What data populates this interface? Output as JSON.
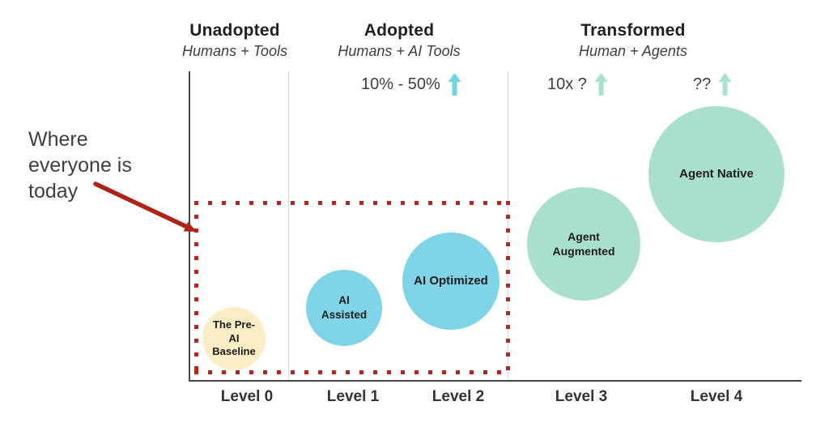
{
  "columns": [
    {
      "title": "Unadopted",
      "subtitle": "Humans + Tools"
    },
    {
      "title": "Adopted",
      "subtitle": "Humans + AI Tools"
    },
    {
      "title": "Transformed",
      "subtitle": "Human + Agents"
    }
  ],
  "growth_notes": [
    {
      "label": "10% - 50%",
      "arrow_color": "#72d3e8"
    },
    {
      "label": "10x ?",
      "arrow_color": "#a9e3cb"
    },
    {
      "label": "??",
      "arrow_color": "#a9e3cb"
    }
  ],
  "annotation": {
    "label": "Where everyone is today"
  },
  "bubbles": [
    {
      "label": "The Pre-AI Baseline",
      "color": "#fbeec6",
      "level": "Level 0"
    },
    {
      "label": "AI Assisted",
      "color": "#7fd5e7",
      "level": "Level 1"
    },
    {
      "label": "AI Optimized",
      "color": "#7fd5e7",
      "level": "Level 2"
    },
    {
      "label": "Agent Augmented",
      "color": "#a8e0cc",
      "level": "Level 3"
    },
    {
      "label": "Agent Native",
      "color": "#a8e0cc",
      "level": "Level 4"
    }
  ],
  "levels": [
    "Level 0",
    "Level 1",
    "Level 2",
    "Level 3",
    "Level 4"
  ],
  "colors": {
    "highlight_box": "#b22821",
    "annotation_arrow": "#b02318",
    "axis": "#474747",
    "divider": "#dadada"
  }
}
